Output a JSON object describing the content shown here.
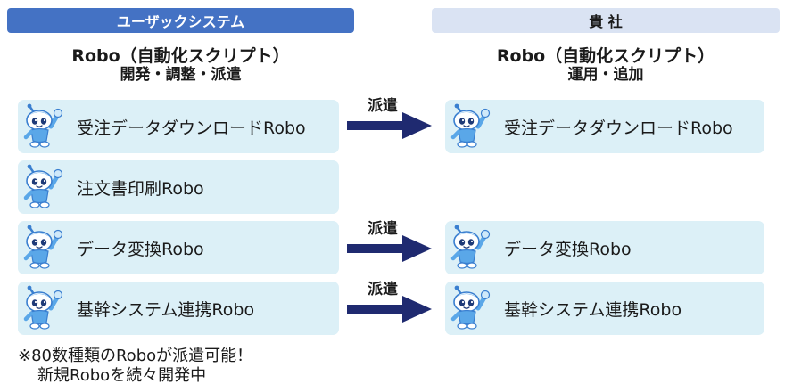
{
  "header": {
    "left_label": "ユーザックシステム",
    "right_label": "貴 社"
  },
  "left_column": {
    "title": "Robo（自動化スクリプト）",
    "subtitle": "開発・調整・派遣"
  },
  "right_column": {
    "title": "Robo（自動化スクリプト）",
    "subtitle": "運用・追加"
  },
  "left_robots": [
    {
      "label": "受注データダウンロードRobo"
    },
    {
      "label": "注文書印刷Robo"
    },
    {
      "label": "データ変換Robo"
    },
    {
      "label": "基幹システム連携Robo"
    }
  ],
  "right_robots": [
    {
      "label": "受注データダウンロードRobo"
    },
    {
      "label": "データ変換Robo"
    },
    {
      "label": "基幹システム連携Robo"
    }
  ],
  "arrows": [
    {
      "label": "派遣"
    },
    {
      "label": "派遣"
    },
    {
      "label": "派遣"
    }
  ],
  "footnote": {
    "line1": "※80数種類のRoboが派遣可能！",
    "line2": "新規Roboを続々開発中"
  },
  "colors": {
    "header_left_bg": "#4472c4",
    "header_right_bg": "#dae3f3",
    "box_bg": "#dcf0f7",
    "arrow": "#1f2a70"
  },
  "icons": {
    "mascot": "robot-mascot-icon",
    "arrow": "right-arrow-icon"
  }
}
